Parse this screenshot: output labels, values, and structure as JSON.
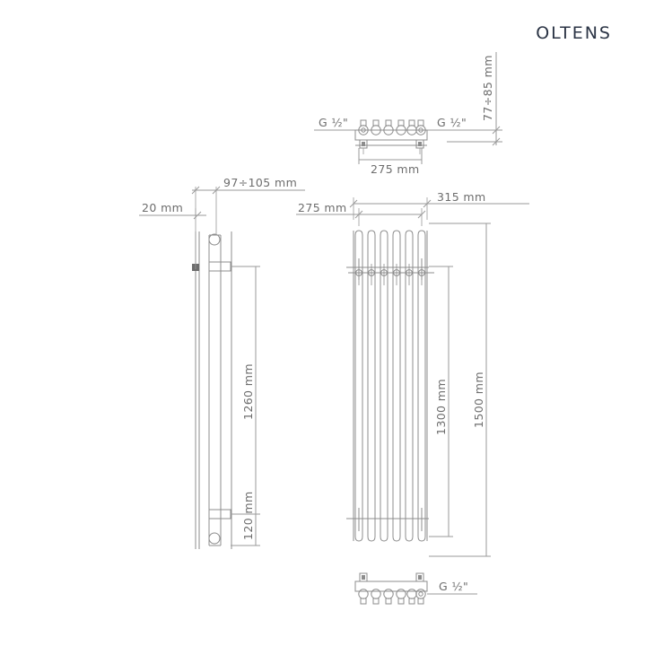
{
  "brand": {
    "name": "OLTENS"
  },
  "drawing": {
    "title": "radiator-technical-drawing",
    "line_color": "#8c8c8c",
    "dim_line_color": "#9a9a9a",
    "text_color": "#6d6d6d",
    "brand_color": "#2b3445",
    "background": "#ffffff"
  },
  "views": {
    "top_detail": {
      "name": "top-manifold-detail",
      "thread_left": "G ½\"",
      "thread_right": "G ½\"",
      "width_dim": "275 mm",
      "height_dim": "77÷85 mm",
      "valve_count": 6
    },
    "side_view": {
      "name": "side-section-view",
      "depth_front": "20 mm",
      "depth_total": "97÷105 mm",
      "bracket_span": "1260 mm",
      "bottom_offset": "120 mm"
    },
    "front_view": {
      "name": "front-elevation-view",
      "inner_width": "275 mm",
      "outer_width": "315 mm",
      "inner_height": "1300 mm",
      "outer_height": "1500 mm",
      "tube_count": 6
    },
    "bottom_detail": {
      "name": "bottom-manifold-detail",
      "thread": "G ½\"",
      "valve_count": 6
    }
  },
  "labels": {
    "top_thread_left": "G ½\"",
    "top_thread_right": "G ½\"",
    "top_width": "275 mm",
    "top_height": "77÷85 mm",
    "side_depth_small": "20 mm",
    "side_depth_large": "97÷105 mm",
    "side_height": "1260 mm",
    "side_bottom": "120 mm",
    "front_width_inner": "275 mm",
    "front_width_outer": "315 mm",
    "front_height_inner": "1300 mm",
    "front_height_outer": "1500 mm",
    "bottom_thread": "G ½\""
  }
}
